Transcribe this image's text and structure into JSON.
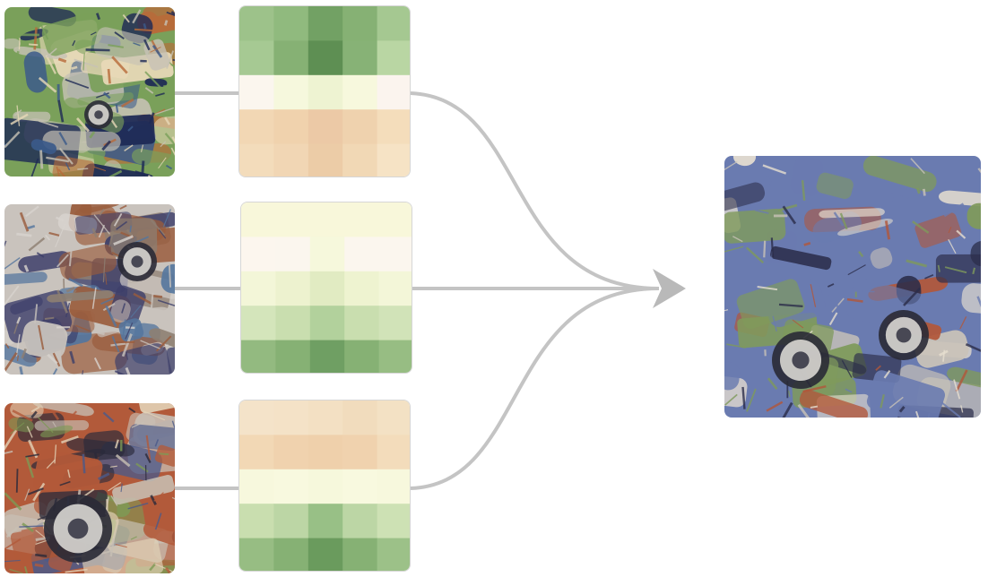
{
  "diagram": {
    "inputs": [
      {
        "image": {
          "name": "fox-car-neuron-visualization",
          "palette": [
            "#7aa05a",
            "#1e2a55",
            "#c7c2b5",
            "#b86b3a",
            "#e8d9b8",
            "#3b5a8a"
          ]
        },
        "weights": [
          [
            "#9dc28a",
            "#90ba7e",
            "#72a164",
            "#86b174",
            "#a5c891"
          ],
          [
            "#a6c993",
            "#86b174",
            "#5e8f53",
            "#87b276",
            "#b9d6a3"
          ],
          [
            "#fbf6ee",
            "#f6f8dd",
            "#eef3d2",
            "#f7f8dd",
            "#fbf4ee"
          ],
          [
            "#f2d7b4",
            "#f0d2ad",
            "#ecc9a6",
            "#efd2ae",
            "#f4ddbb"
          ],
          [
            "#f3dcbb",
            "#f1d6b4",
            "#eccca7",
            "#f1d8b5",
            "#f6e3c5"
          ]
        ]
      },
      {
        "image": {
          "name": "car-grille-neuron-visualization",
          "palette": [
            "#c9c3bd",
            "#3d3f6a",
            "#8e7f72",
            "#55769e",
            "#d9d4cf",
            "#9a5c3c"
          ]
        },
        "weights": [
          [
            "#f8f7da",
            "#f8f7da",
            "#f8f7da",
            "#f8f7da",
            "#f8f7da"
          ],
          [
            "#fcf6ee",
            "#fbf6ee",
            "#f6f8dc",
            "#fbf6ee",
            "#fbf6ee"
          ],
          [
            "#f3f6d8",
            "#edf2cf",
            "#e1ebc2",
            "#eef3d0",
            "#f3f6d8"
          ],
          [
            "#d4e5bb",
            "#c9deaf",
            "#b2d19c",
            "#c9deaf",
            "#d1e3b8"
          ],
          [
            "#93ba80",
            "#86b174",
            "#6f9f63",
            "#86b174",
            "#97bd83"
          ]
        ]
      },
      {
        "image": {
          "name": "wheel-neuron-visualization",
          "palette": [
            "#b25a3a",
            "#4b5a8a",
            "#c8c0b5",
            "#7d9a55",
            "#2a2a3a",
            "#e3d3b8"
          ]
        },
        "weights": [
          [
            "#f4e3c9",
            "#f4e2c7",
            "#f3e0c3",
            "#f1dcbd",
            "#f3e1c4"
          ],
          [
            "#f2d8b5",
            "#f0d2ae",
            "#efd0ab",
            "#f0d2ae",
            "#f3dcbb"
          ],
          [
            "#f7f8dd",
            "#f8f9df",
            "#f6f8dc",
            "#f8f9df",
            "#f7f8dd"
          ],
          [
            "#c9deaf",
            "#bcd6a5",
            "#98c086",
            "#bcd6a5",
            "#cde1b4"
          ],
          [
            "#97bd83",
            "#86b174",
            "#6a9b5d",
            "#86b174",
            "#9cc188"
          ]
        ]
      }
    ],
    "output": {
      "image": {
        "name": "car-neuron-visualization",
        "palette": [
          "#6a7bb0",
          "#b2573a",
          "#c9c3b8",
          "#2b2d4a",
          "#7f9a5c",
          "#e7dfd0"
        ]
      }
    },
    "colors": {
      "connector": "#c4c4c4",
      "arrowhead": "#b9b9b9",
      "grid_border": "#d6d6d6"
    }
  }
}
